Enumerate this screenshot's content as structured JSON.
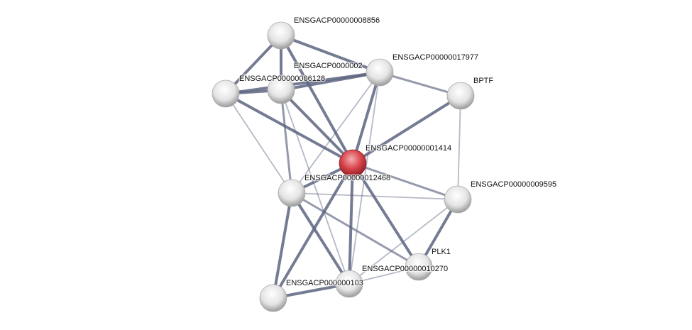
{
  "network": {
    "nodes": [
      {
        "id": "n8856",
        "label": "ENSGACP00000008856",
        "query": false
      },
      {
        "id": "n17977",
        "label": "ENSGACP00000017977",
        "query": false
      },
      {
        "id": "bptf",
        "label": "BPTF",
        "query": false
      },
      {
        "id": "n6128",
        "label": "ENSGACP00000006128",
        "query": false
      },
      {
        "id": "n0002",
        "label": "ENSGACP0000002",
        "query": false
      },
      {
        "id": "n1414",
        "label": "ENSGACP00000001414",
        "query": true
      },
      {
        "id": "n12468",
        "label": "ENSGACP00000012468",
        "query": false
      },
      {
        "id": "n9595",
        "label": "ENSGACP00000009595",
        "query": false
      },
      {
        "id": "plk1",
        "label": "PLK1",
        "query": false
      },
      {
        "id": "n10270",
        "label": "ENSGACP00000010270",
        "query": false
      },
      {
        "id": "n0103",
        "label": "ENSGACP000000103",
        "query": false
      }
    ],
    "edges": [
      [
        "n8856",
        "n6128",
        3
      ],
      [
        "n8856",
        "n0002",
        3
      ],
      [
        "n8856",
        "n17977",
        3
      ],
      [
        "n8856",
        "n1414",
        3
      ],
      [
        "n6128",
        "n0002",
        3
      ],
      [
        "n6128",
        "n17977",
        3
      ],
      [
        "n0002",
        "n17977",
        3
      ],
      [
        "n6128",
        "n1414",
        3
      ],
      [
        "n6128",
        "n12468",
        1
      ],
      [
        "n0002",
        "n1414",
        3
      ],
      [
        "n0002",
        "n12468",
        2
      ],
      [
        "n0002",
        "n10270",
        1
      ],
      [
        "n17977",
        "bptf",
        2
      ],
      [
        "n17977",
        "n1414",
        3
      ],
      [
        "n17977",
        "n12468",
        1
      ],
      [
        "n17977",
        "n10270",
        1
      ],
      [
        "bptf",
        "n1414",
        3
      ],
      [
        "bptf",
        "n9595",
        1
      ],
      [
        "n1414",
        "n12468",
        3
      ],
      [
        "n1414",
        "n9595",
        2
      ],
      [
        "n1414",
        "plk1",
        3
      ],
      [
        "n1414",
        "n10270",
        3
      ],
      [
        "n1414",
        "n0103",
        3
      ],
      [
        "n12468",
        "n9595",
        1
      ],
      [
        "n12468",
        "plk1",
        2
      ],
      [
        "n12468",
        "n10270",
        3
      ],
      [
        "n12468",
        "n0103",
        3
      ],
      [
        "n9595",
        "plk1",
        3
      ],
      [
        "n9595",
        "n10270",
        1
      ],
      [
        "plk1",
        "n10270",
        1
      ],
      [
        "n0103",
        "n10270",
        3
      ]
    ],
    "colors": {
      "edge": "#5c6480",
      "query_node": "#d9434b",
      "node": "#e6e6e6"
    }
  }
}
